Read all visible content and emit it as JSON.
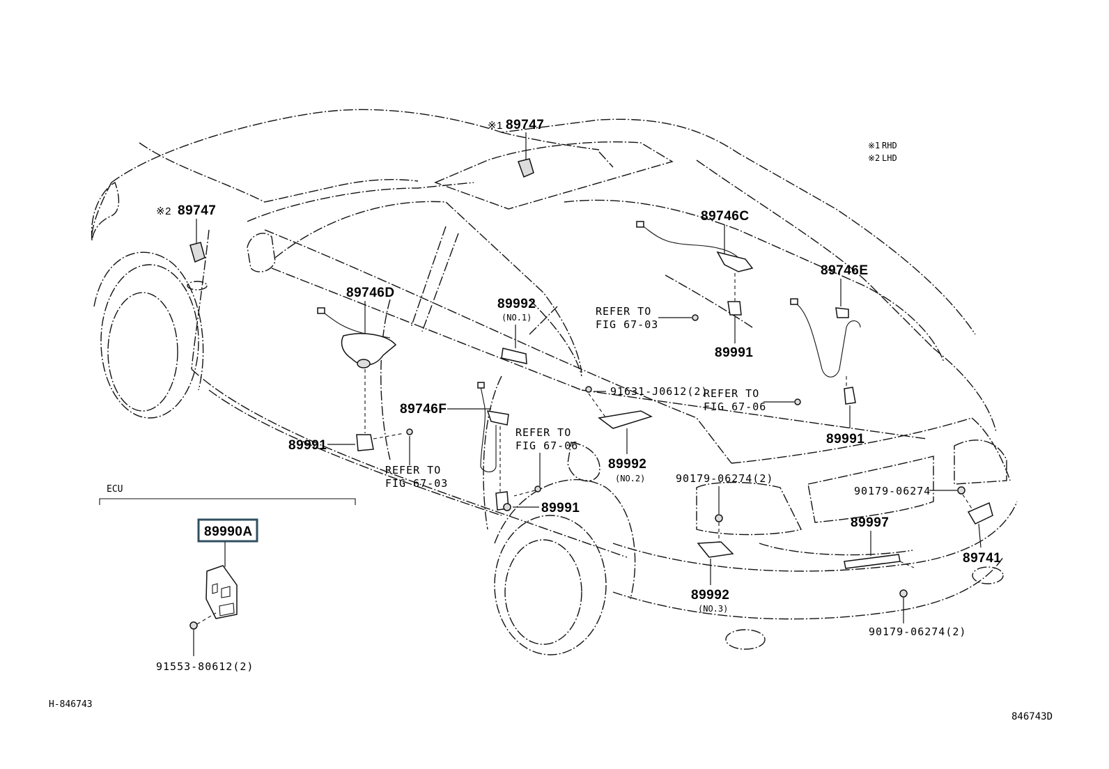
{
  "legend": [
    {
      "mark": "※1",
      "text": "RHD"
    },
    {
      "mark": "※2",
      "text": "LHD"
    }
  ],
  "ecu_label": "ECU",
  "footer": {
    "left_code": "H-846743",
    "right_code": "846743D"
  },
  "labels": {
    "p89747_rhd": {
      "mark": "※1",
      "number": "89747"
    },
    "p89747_lhd": {
      "mark": "※2",
      "number": "89747"
    },
    "p89746C": "89746C",
    "p89746E": "89746E",
    "p89746D": "89746D",
    "p89746F": "89746F",
    "p89992_no1": {
      "number": "89992",
      "note": "(NO.1)"
    },
    "p89992_no2": {
      "number": "89992",
      "note": "(NO.2)"
    },
    "p89992_no3": {
      "number": "89992",
      "note": "(NO.3)"
    },
    "p89991_a": "89991",
    "p89991_b": "89991",
    "p89991_c": "89991",
    "p89991_d": "89991",
    "p89990A": "89990A",
    "p89997": "89997",
    "p89741": "89741",
    "bolt_91631": "91631-J0612(2)",
    "bolt_91553": "91553-80612(2)",
    "screw_90179_a": "90179-06274(2)",
    "screw_90179_b": "90179-06274",
    "screw_90179_c": "90179-06274(2)",
    "ref_6703_top": {
      "line1": "REFER TO",
      "line2": "FIG 67-03"
    },
    "ref_6706_right": {
      "line1": "REFER TO",
      "line2": "FIG 67-06"
    },
    "ref_6706_mid": {
      "line1": "REFER TO",
      "line2": "FIG 67-06"
    },
    "ref_6703_low": {
      "line1": "REFER TO",
      "line2": "FIG 67-03"
    }
  },
  "highlighted_part": "89990A",
  "colors": {
    "line": "#111111",
    "highlight_border": "#2f4f5f",
    "background": "#ffffff"
  }
}
